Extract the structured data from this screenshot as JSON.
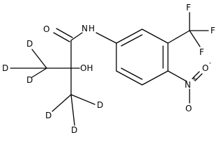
{
  "molecule": {
    "labels": {
      "oxygen_carbonyl": "O",
      "nitrogen_amide": "N",
      "hydrogen_amide": "H",
      "hydroxyl": "OH",
      "fluorine_1": "F",
      "fluorine_2": "F",
      "fluorine_3": "F",
      "nitrogen_nitro": "N",
      "oxygen_nitro_1": "O",
      "oxygen_nitro_2": "O",
      "nitro_plus": "+",
      "nitro_minus": "-",
      "deuterium_1": "D",
      "deuterium_2": "D",
      "deuterium_3": "D",
      "deuterium_4": "D",
      "deuterium_5": "D",
      "deuterium_6": "D"
    }
  }
}
